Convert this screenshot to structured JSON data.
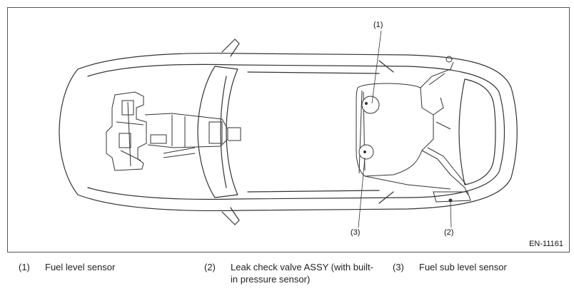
{
  "figure": {
    "callouts": {
      "c1": "(1)",
      "c2": "(2)",
      "c3": "(3)"
    },
    "figure_id": "EN-11161"
  },
  "legend": [
    {
      "num": "(1)",
      "text": "Fuel level sensor"
    },
    {
      "num": "(2)",
      "text": "Leak check valve ASSY (with built-in pressure sensor)"
    },
    {
      "num": "(3)",
      "text": "Fuel sub level sensor"
    }
  ]
}
